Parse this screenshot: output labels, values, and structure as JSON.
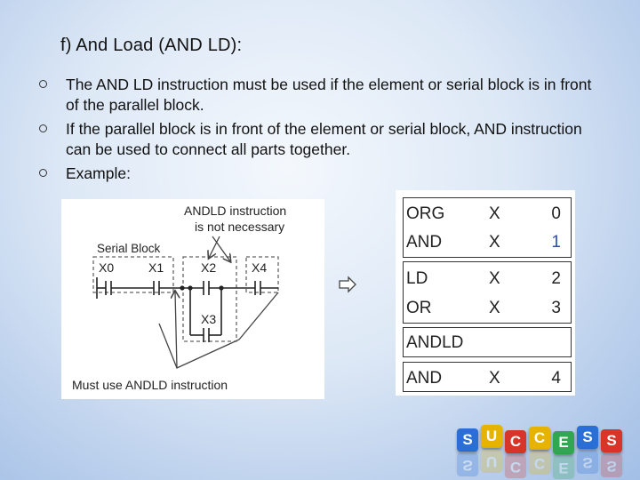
{
  "slide": {
    "title": "f) And Load (AND LD):",
    "bullets": [
      "The AND LD instruction must be used if the element or serial block is in front of the parallel block.",
      "If the parallel block is in front of the element or serial block, AND instruction can be used to connect all parts together.",
      "Example:"
    ]
  },
  "diagram": {
    "note_top_line1": "ANDLD instruction",
    "note_top_line2": "is not necessary",
    "serial_block_label": "Serial Block",
    "contacts": [
      "X0",
      "X1",
      "X2",
      "X4",
      "X3"
    ],
    "note_bottom": "Must use ANDLD instruction"
  },
  "instructions": [
    {
      "op": "ORG",
      "device": "X",
      "number": "0"
    },
    {
      "op": "AND",
      "device": "X",
      "number": "1"
    },
    {
      "op": "LD",
      "device": "X",
      "number": "2"
    },
    {
      "op": "OR",
      "device": "X",
      "number": "3"
    },
    {
      "op": "ANDLD",
      "device": "",
      "number": ""
    },
    {
      "op": "AND",
      "device": "X",
      "number": "4"
    }
  ],
  "logo": {
    "letters": [
      "S",
      "U",
      "C",
      "C",
      "E",
      "S",
      "S"
    ],
    "colors": [
      "#2a6fd6",
      "#e6b400",
      "#d8352a",
      "#e6b400",
      "#2fa84f",
      "#2a6fd6",
      "#d8352a"
    ]
  },
  "arrow_icon": "hollow-right-arrow-icon"
}
